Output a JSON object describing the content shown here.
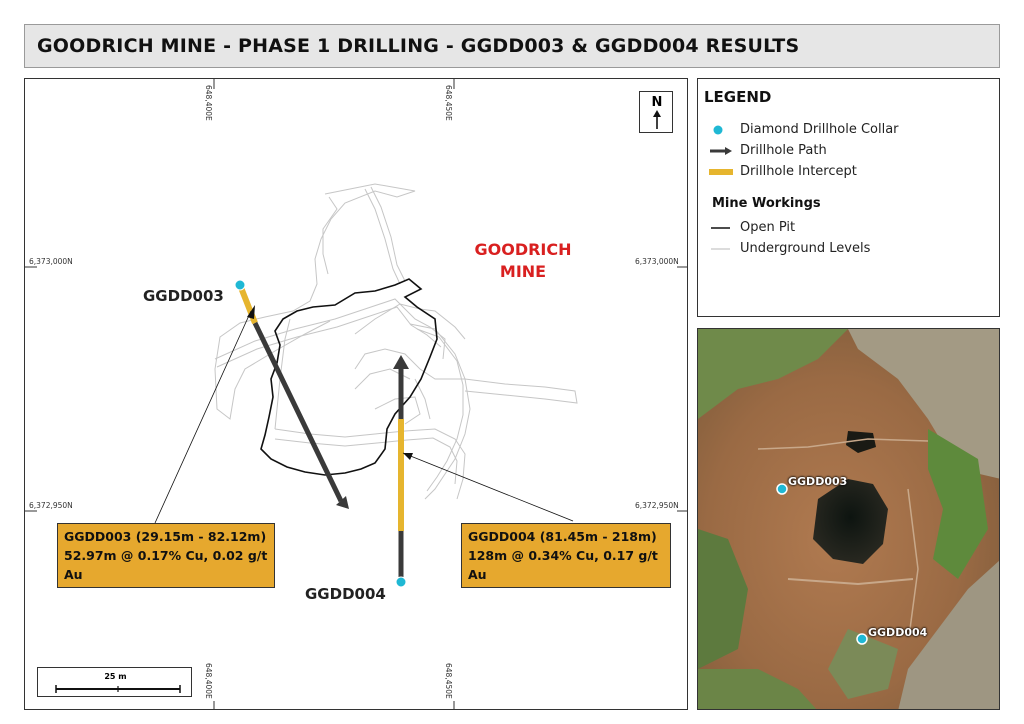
{
  "title": "GOODRICH MINE - PHASE 1 DRILLING - GGDD003 & GGDD004 RESULTS",
  "map": {
    "mine_label_line1": "GOODRICH",
    "mine_label_line2": "MINE",
    "north_label": "N",
    "scale_label": "25 m",
    "easting_left": "648,400E",
    "easting_right": "648,450E",
    "northing_top": "6,373,000N",
    "northing_bottom": "6,372,950N",
    "holes": [
      {
        "id": "GGDD003",
        "label": "GGDD003"
      },
      {
        "id": "GGDD004",
        "label": "GGDD004"
      }
    ],
    "callouts": [
      {
        "hole": "GGDD003",
        "line1": "GGDD003 (29.15m - 82.12m)",
        "line2": "52.97m @ 0.17% Cu, 0.02 g/t Au"
      },
      {
        "hole": "GGDD004",
        "line1": "GGDD004 (81.45m - 218m)",
        "line2": "128m @ 0.34% Cu, 0.17 g/t Au"
      }
    ]
  },
  "legend": {
    "title": "LEGEND",
    "items": [
      {
        "label": "Diamond Drillhole Collar",
        "symbol": "collar-dot"
      },
      {
        "label": "Drillhole Path",
        "symbol": "path-arrow"
      },
      {
        "label": "Drillhole Intercept",
        "symbol": "intercept-bar"
      }
    ],
    "mine_workings_title": "Mine Workings",
    "mine_workings_items": [
      {
        "label": "Open Pit",
        "symbol": "black-line"
      },
      {
        "label": "Underground Levels",
        "symbol": "grey-line"
      }
    ]
  },
  "photo": {
    "labels": [
      "GGDD003",
      "GGDD004"
    ]
  },
  "colors": {
    "collar": "#1fb8d4",
    "intercept": "#e6b52e",
    "path": "#3a3a3a",
    "mine_label": "#d92020",
    "underground": "#c8c8c8",
    "open_pit": "#111111"
  }
}
